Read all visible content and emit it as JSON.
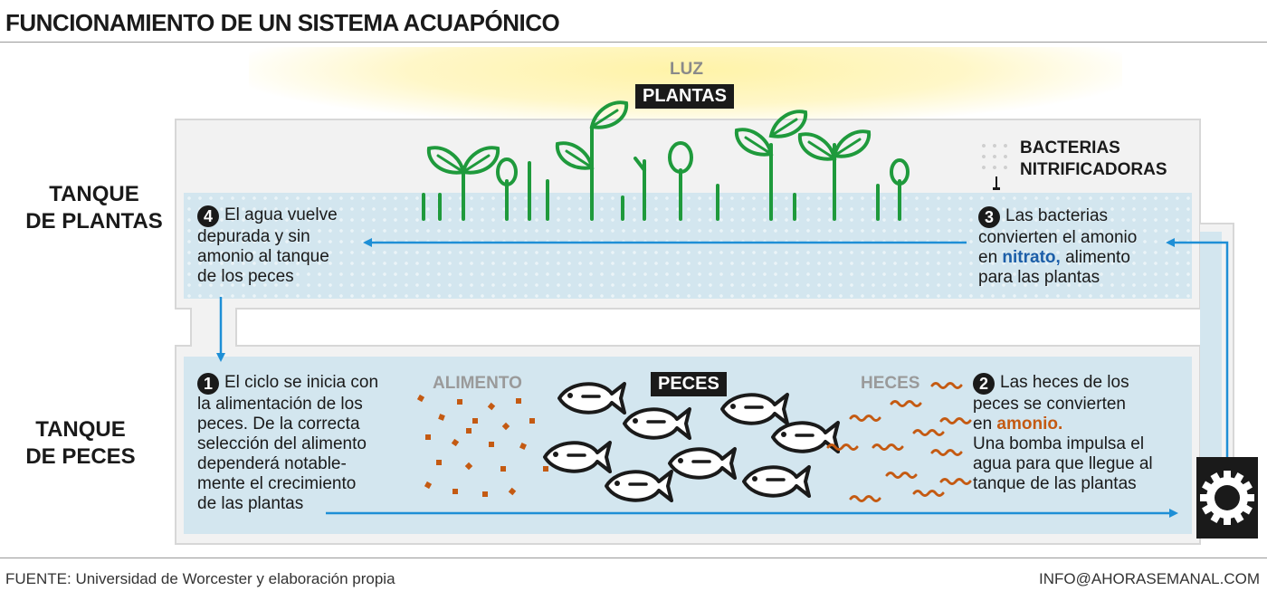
{
  "title": "FUNCIONAMIENTO DE UN SISTEMA ACUAPÓNICO",
  "luz": "LUZ",
  "plantas": "PLANTAS",
  "tanque_plantas": [
    "TANQUE",
    "DE PLANTAS"
  ],
  "tanque_peces": [
    "TANQUE",
    "DE PECES"
  ],
  "bacterias": [
    "BACTERIAS",
    "NITRIFICADORAS"
  ],
  "step4": {
    "num": "4",
    "lines": [
      "El agua vuelve",
      "depurada y sin",
      "amonio al tanque",
      "de los peces"
    ]
  },
  "step3": {
    "num": "3",
    "line1": "Las bacterias",
    "line2": "convierten el amonio",
    "pre": "en ",
    "highlight": "nitrato,",
    "post": " alimento",
    "line4": "para las plantas"
  },
  "step1": {
    "num": "1",
    "first": "El ciclo se inicia con",
    "lines": [
      "la alimentación de los",
      "peces. De la correcta",
      "selección del alimento",
      "dependerá notable-",
      "mente el crecimiento",
      "de las plantas"
    ]
  },
  "step2": {
    "num": "2",
    "line1": "Las heces de los",
    "line2": "peces se convierten",
    "pre": "en ",
    "highlight": "amonio.",
    "lines": [
      "Una bomba impulsa el",
      "agua para que llegue al",
      "tanque de las plantas"
    ]
  },
  "alimento": "ALIMENTO",
  "peces": "PECES",
  "heces": "HECES",
  "fuente": "FUENTE: Universidad de Worcester y elaboración propia",
  "contacto": "INFO@AHORASEMANAL.COM",
  "colors": {
    "plant": "#1f9a3c",
    "water": "#d3e6ef",
    "arrow": "#1e8fd6",
    "food": "#c45a12",
    "dark": "#1a1a1a"
  },
  "icons": [
    "plant-icon",
    "fish-icon",
    "gear-icon",
    "arrow-icon"
  ]
}
